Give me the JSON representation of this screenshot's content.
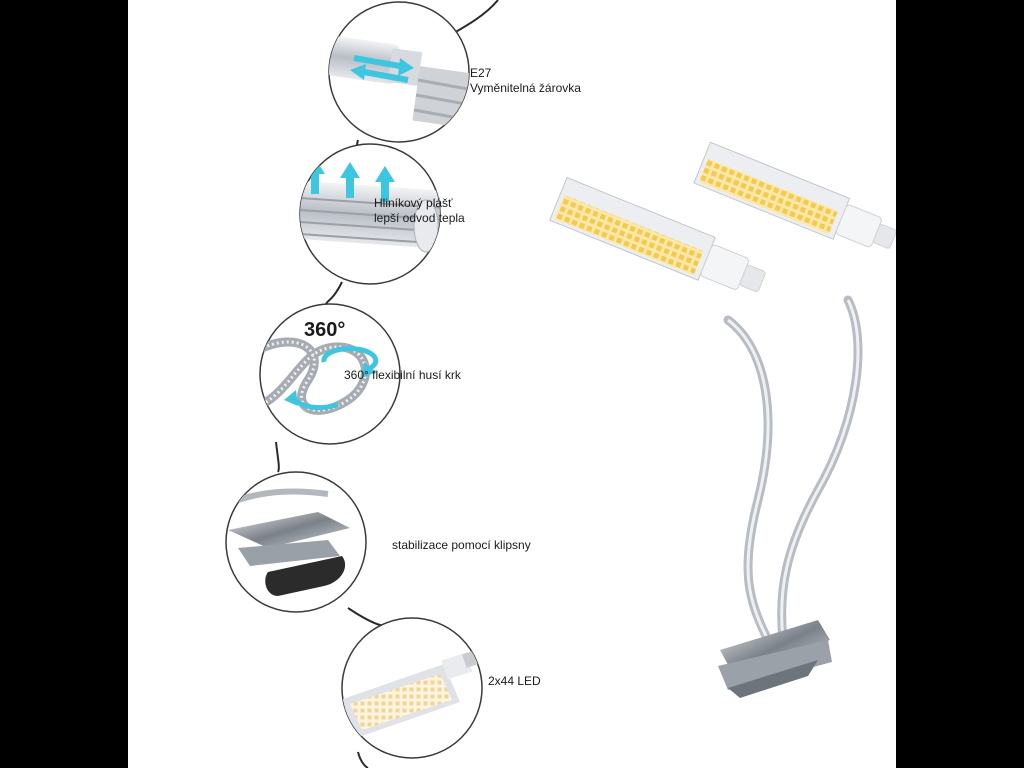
{
  "features": [
    {
      "id": "e27",
      "lines": [
        "E27",
        "Vyměnitelná žárovka"
      ]
    },
    {
      "id": "aluminium",
      "lines": [
        "Hliníkový plášť",
        "lepší odvod tepla"
      ]
    },
    {
      "id": "gooseneck",
      "badge": "360°",
      "lines": [
        "360° flexibilní husí krk"
      ]
    },
    {
      "id": "clip",
      "lines": [
        "stabilizace pomocí klipsny"
      ]
    },
    {
      "id": "led",
      "lines": [
        "2x44 LED"
      ]
    }
  ],
  "colors": {
    "frame": "#000000",
    "background": "#ffffff",
    "arrow_accent": "#3ec6e0",
    "led_warm": "#f6d46a",
    "metal": "#c8ccd2"
  },
  "icons": [
    "e27-socket-icon",
    "heat-arrows-icon",
    "rotation-arrows-icon",
    "clip-icon",
    "led-bulb-icon"
  ]
}
